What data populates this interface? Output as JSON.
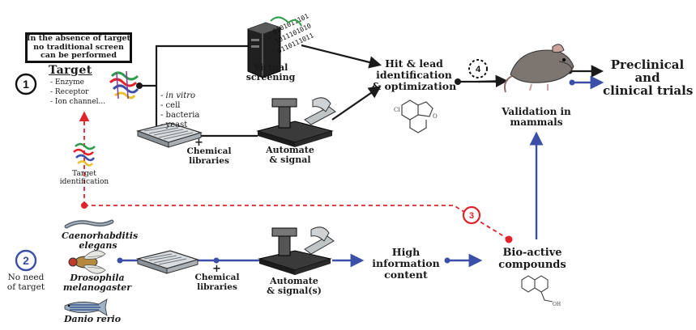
{
  "colors": {
    "black_flow": "#1a1a1a",
    "blue_flow": "#3b4ea8",
    "red_flow": "#e0232b",
    "step_circle_black": "#111111",
    "step_circle_blue": "#3b4ea8",
    "step_circle_red": "#e0232b"
  },
  "note": {
    "line1": "In the absence of target",
    "line2": "no traditional screen",
    "line3": "can be performed"
  },
  "steps": {
    "one": "1",
    "two": "2",
    "three": "3",
    "four": "4"
  },
  "target": {
    "title": "Target",
    "items": [
      "- Enzyme",
      "- Receptor",
      "- Ion channel..."
    ],
    "identification_line1": "Target",
    "identification_line2": "identification"
  },
  "screen_types": {
    "in_vitro": "- in vitro",
    "cell": "- cell",
    "bacteria": "- bacteria",
    "yeast": "- yeast"
  },
  "top_flow": {
    "virtual_line1": "Virtual",
    "virtual_line2": "screening",
    "plus": "+",
    "libraries_line1": "Chemical",
    "libraries_line2": "libraries",
    "automate_line1": "Automate",
    "automate_line2": "& signal",
    "hit_line1": "Hit & lead",
    "hit_line2": "identification",
    "hit_line3": "& optimization",
    "validation_line1": "Validation in",
    "validation_line2": "mammals",
    "preclinical_line1": "Preclinical",
    "preclinical_line2": "and",
    "preclinical_line3": "clinical trials"
  },
  "bottom_flow": {
    "no_need_line1": "No need",
    "no_need_line2": "of target",
    "organism1_line1": "Caenorhabditis",
    "organism1_line2": "elegans",
    "organism2_line1": "Drosophila",
    "organism2_line2": "melanogaster",
    "organism3": "Danio rerio",
    "plus": "+",
    "libraries_line1": "Chemical",
    "libraries_line2": "libraries",
    "automate_line1": "Automate",
    "automate_line2": "& signal(s)",
    "hic_line1": "High",
    "hic_line2": "information",
    "hic_line3": "content",
    "bioactive_line1": "Bio-active",
    "bioactive_line2": "compounds"
  },
  "icons": {
    "protein": "protein-structure-icon",
    "server": "server-computer-icon",
    "binary_stream": "binary-stream-icon",
    "plate": "microplate-icon",
    "robot": "robotic-screening-station-icon",
    "molecule": "chemical-structure-icon",
    "mouse": "mouse-icon",
    "worm": "worm-icon",
    "fly": "fruit-fly-icon",
    "fish": "zebrafish-icon"
  }
}
